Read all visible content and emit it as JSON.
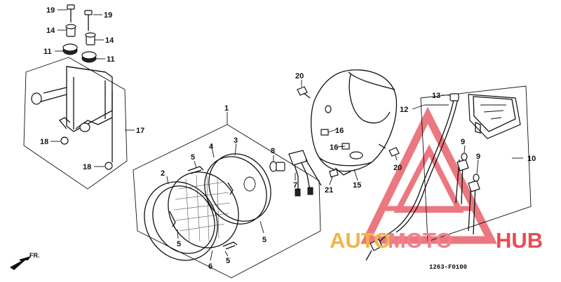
{
  "diagram_code": "1263-F0100",
  "direction_label": "FR.",
  "watermark": {
    "part1": "AUTO",
    "part2": "MOTO",
    "part3": "HUB"
  },
  "labels": {
    "l19a": "19",
    "l19b": "19",
    "l14a": "14",
    "l14b": "14",
    "l11a": "11",
    "l11b": "11",
    "l17": "17",
    "l18a": "18",
    "l18b": "18",
    "l1": "1",
    "l2": "2",
    "l3": "3",
    "l4": "4",
    "l5a": "5",
    "l5b": "5",
    "l5c": "5",
    "l5d": "5",
    "l6": "6",
    "l7": "7",
    "l8": "8",
    "l15": "15",
    "l16a": "16",
    "l16b": "16",
    "l20a": "20",
    "l20b": "20",
    "l21": "21",
    "l13": "13",
    "l12": "12",
    "l9a": "9",
    "l9b": "9",
    "l10": "10"
  }
}
